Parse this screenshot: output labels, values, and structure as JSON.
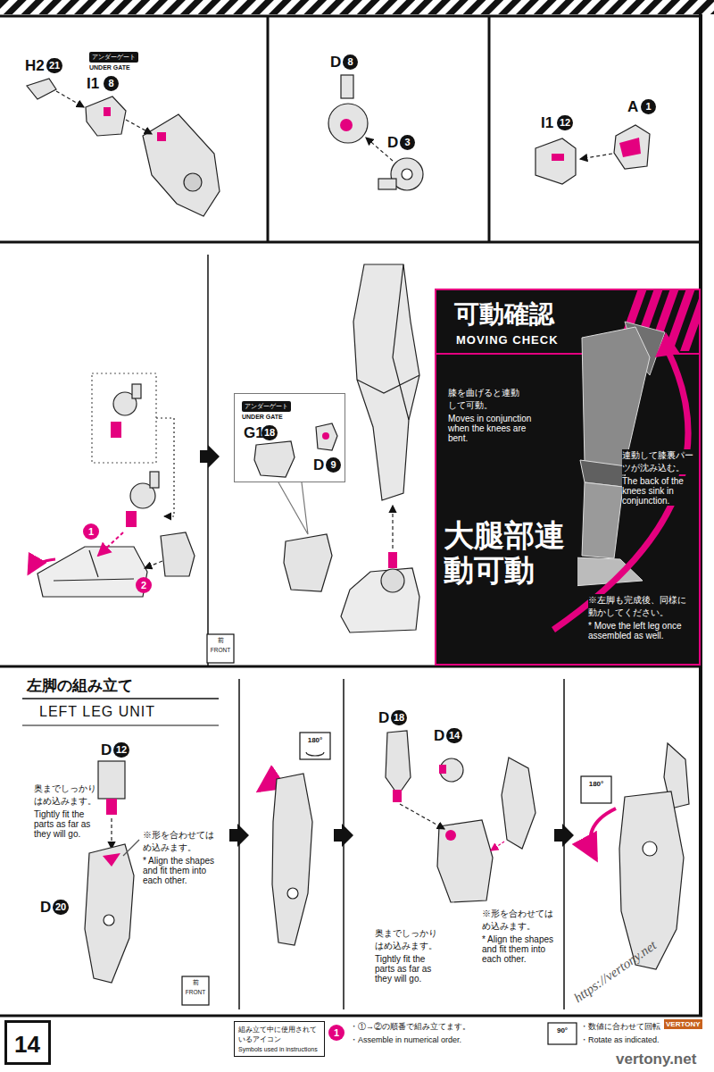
{
  "diagram": {
    "nodes": [
      {
        "text": [
          "可動確認",
          "MOVING CHECK",
          "膝を曲げると連動して可動。",
          "Moves in conjunction when the knees are bent.",
          "連動して膝裏パーツが沈み込む。",
          "The back of the knees sink in conjunction.",
          "大腿部連動可動",
          "※左脚も完成後、同様に動かしてください。",
          "* Move the left leg once assembled as well."
        ]
      },
      {
        "text": [
          "アンダーゲート",
          "UNDER GATE",
          "G1",
          "18",
          "D",
          "9"
        ]
      },
      {
        "text": [
          "14"
        ]
      },
      {
        "text": [
          "組み立て中に使用されているアイコン",
          "Symbols used in instructions"
        ]
      }
    ],
    "labels": [
      "H2",
      "21",
      "アンダーゲート",
      "UNDER GATE",
      "I1",
      "8",
      "D",
      "8",
      "D",
      "3",
      "I1",
      "12",
      "A",
      "1",
      "1",
      "2",
      "前",
      "FRONT",
      "左脚の組み立て",
      "LEFT LEG UNIT",
      "D",
      "12",
      "奥までしっかりはめ込みます。",
      "Tightly fit the parts as far as they will go.",
      "※形を合わせてはめ込みます。",
      "* Align the shapes and fit them into each other.",
      "D",
      "20",
      "前",
      "FRONT",
      "180°",
      "D",
      "18",
      "D",
      "14",
      "奥までしっかりはめ込みます。",
      "Tightly fit the parts as far as they will go.",
      "※形を合わせてはめ込みます。",
      "* Align the shapes and fit them into each other.",
      "180°",
      "https://vertony.net",
      "1",
      "・①→②の順番で組み立てます。",
      "・Assemble in numerical order.",
      "90°",
      "・数値に合わせて回転",
      "・Rotate as indicated.",
      "vertony.net",
      "VERTONY"
    ]
  }
}
